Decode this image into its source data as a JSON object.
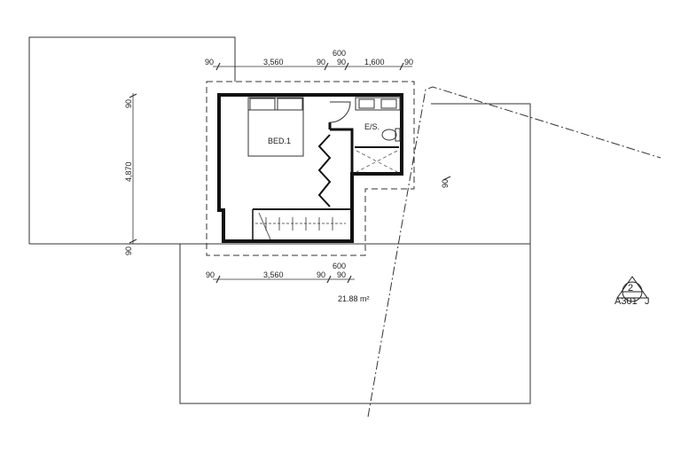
{
  "plan": {
    "room_bed": "BED.1",
    "room_ensuite": "E/S.",
    "area": "21.88 m²",
    "top_dims": [
      "90",
      "3,560",
      "90",
      "600",
      "90",
      "1,600",
      "90"
    ],
    "bottom_dims": [
      "90",
      "3,560",
      "90",
      "600",
      "90"
    ],
    "left_dims": [
      "90",
      "4,870",
      "90"
    ],
    "right_dim": "90",
    "section_marker": {
      "number": "2",
      "sheet": "A301",
      "suffix": "J"
    }
  }
}
